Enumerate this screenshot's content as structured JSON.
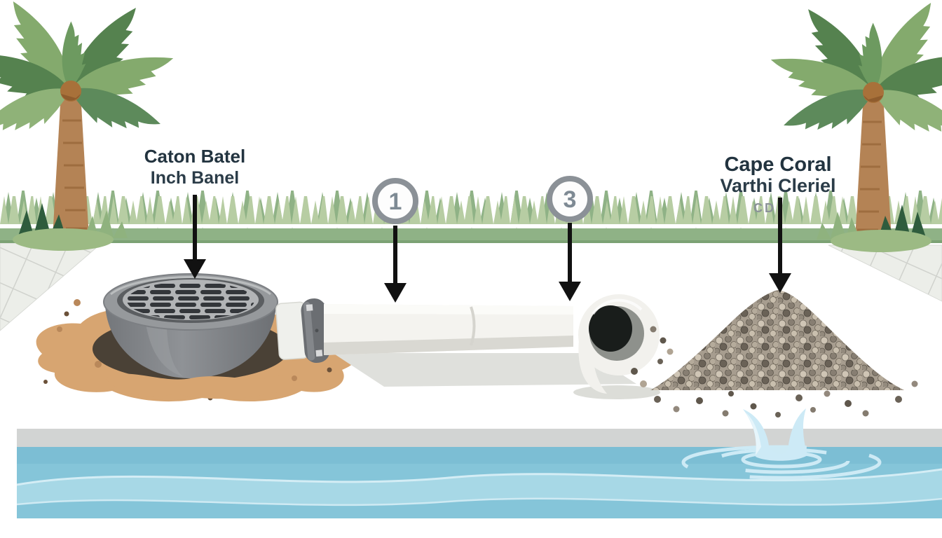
{
  "illustration": {
    "title_visible": false,
    "labels": {
      "catch_basin": {
        "line1": "Caton Batel",
        "line2": "Inch Banel"
      },
      "gravel": {
        "line1": "Cape Coral",
        "line2": "Varthi Cleriel",
        "line3": "CD"
      }
    },
    "markers": {
      "marker1": "1",
      "marker3": "3"
    },
    "parts": [
      "palm-tree-left",
      "palm-tree-right",
      "grass-strip",
      "paver-tiles",
      "catch-basin-with-grate",
      "dirt-hole",
      "pipe-clamp",
      "pvc-pipe",
      "pipe-elbow",
      "gravel-pile",
      "pool-coping",
      "pool-water",
      "water-splash"
    ],
    "colors": {
      "palm_green_dark": "#55824f",
      "palm_green_light": "#84aa6d",
      "trunk_brown": "#b48355",
      "grass_band": "#8fb286",
      "grass_blades": "#b7cda3",
      "paver_gray": "#eceee9",
      "dirt_tan": "#d7a571",
      "basin_gray": "#84878a",
      "grate_slat": "#33363a",
      "pipe_white": "#f4f3ef",
      "clamp_gray": "#6b6e72",
      "gravel_tan": "#b5ab9b",
      "pool_coping": "#d2d4d3",
      "water_blue": "#85c5d9",
      "water_light_band": "#a7d8e6",
      "splash_blue": "#cdeaf6",
      "label_navy": "#22333f",
      "marker_gray": "#8b9197",
      "arrow_black": "#111111"
    }
  }
}
